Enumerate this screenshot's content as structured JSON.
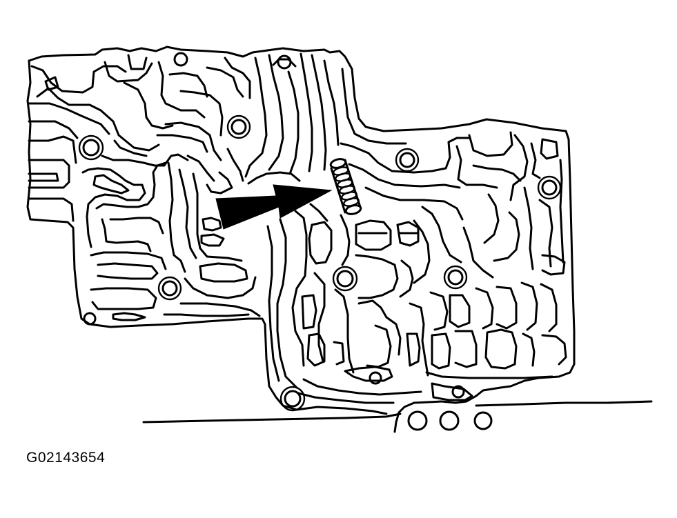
{
  "figure": {
    "code": "G02143654",
    "subject": "valve-body-spring-location",
    "ink_color": "#000000",
    "background_color": "#ffffff"
  },
  "callouts": {
    "pointer_arrow": "arrow-pointing-at-spring",
    "target_part": "coil-spring"
  }
}
